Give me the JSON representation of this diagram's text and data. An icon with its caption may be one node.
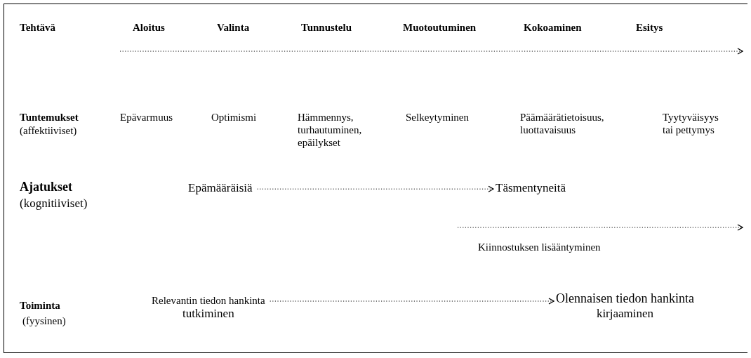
{
  "diagram": {
    "nodes": [
      {
        "text": [
          "Epämääräisiä"
        ]
      },
      {
        "text": [
          "Täsmentyneitä"
        ]
      },
      {
        "text": [
          "Relevantin tiedon hankinta",
          "tutkiminen"
        ]
      },
      {
        "text": [
          "Olennaisen tiedon hankinta",
          "kirjaaminen"
        ]
      }
    ],
    "edges": [
      {
        "from": 0,
        "to": 1,
        "arrow": "to",
        "style": "dashed"
      },
      {
        "from": 2,
        "to": 3,
        "arrow": "to",
        "style": "dashed"
      }
    ],
    "labels": [
      "Tehtävä",
      "Aloitus",
      "Valinta",
      "Tunnustelu",
      "Muotoutuminen",
      "Kokoaminen",
      "Esitys",
      "Tuntemukset",
      "(affektiiviset)",
      "Epävarmuus",
      "Optimismi",
      "Hämmennys, turhautuminen, epäilykset",
      "Selkeytyminen",
      "Päämäärätietoisuus, luottavaisuus",
      "Tyytyväisyys tai pettymys",
      "Ajatukset",
      "(kognitiiviset)",
      "Kiinnostuksen lisääntyminen",
      "Toiminta",
      "(fyysinen)"
    ]
  }
}
